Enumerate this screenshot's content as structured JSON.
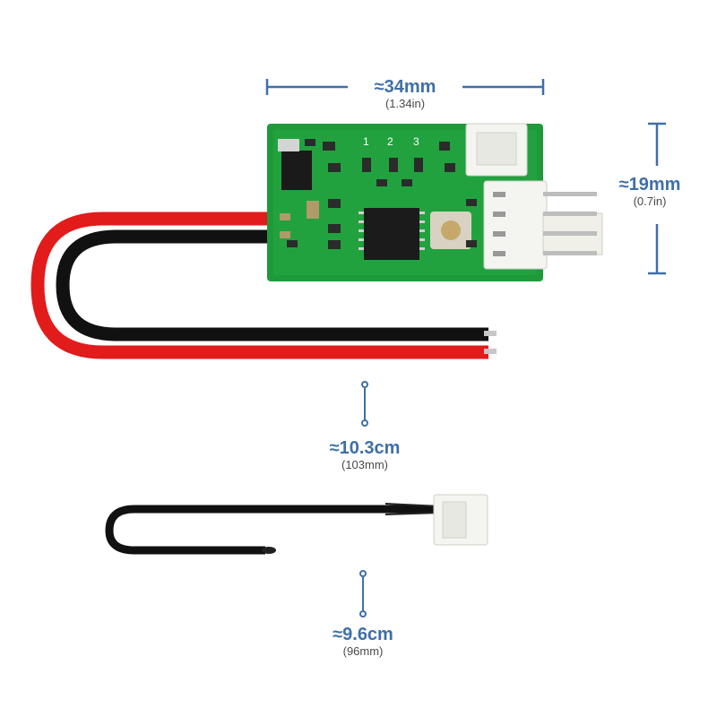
{
  "dimensions": {
    "board_width": {
      "main": "≈34mm",
      "sub": "(1.34in)"
    },
    "board_height": {
      "main": "≈19mm",
      "sub": "(0.7in)"
    },
    "wire_length": {
      "main": "≈10.3cm",
      "sub": "(103mm)"
    },
    "probe_length": {
      "main": "≈9.6cm",
      "sub": "(96mm)"
    }
  },
  "board_labels": {
    "ch1": "1",
    "ch2": "2",
    "ch3": "3"
  },
  "colors": {
    "dimension_blue": "#3f6fa8",
    "pcb_green": "#1f9a3a",
    "wire_red": "#e21b1b",
    "wire_black": "#111111",
    "connector_white": "#f4f4f0"
  }
}
